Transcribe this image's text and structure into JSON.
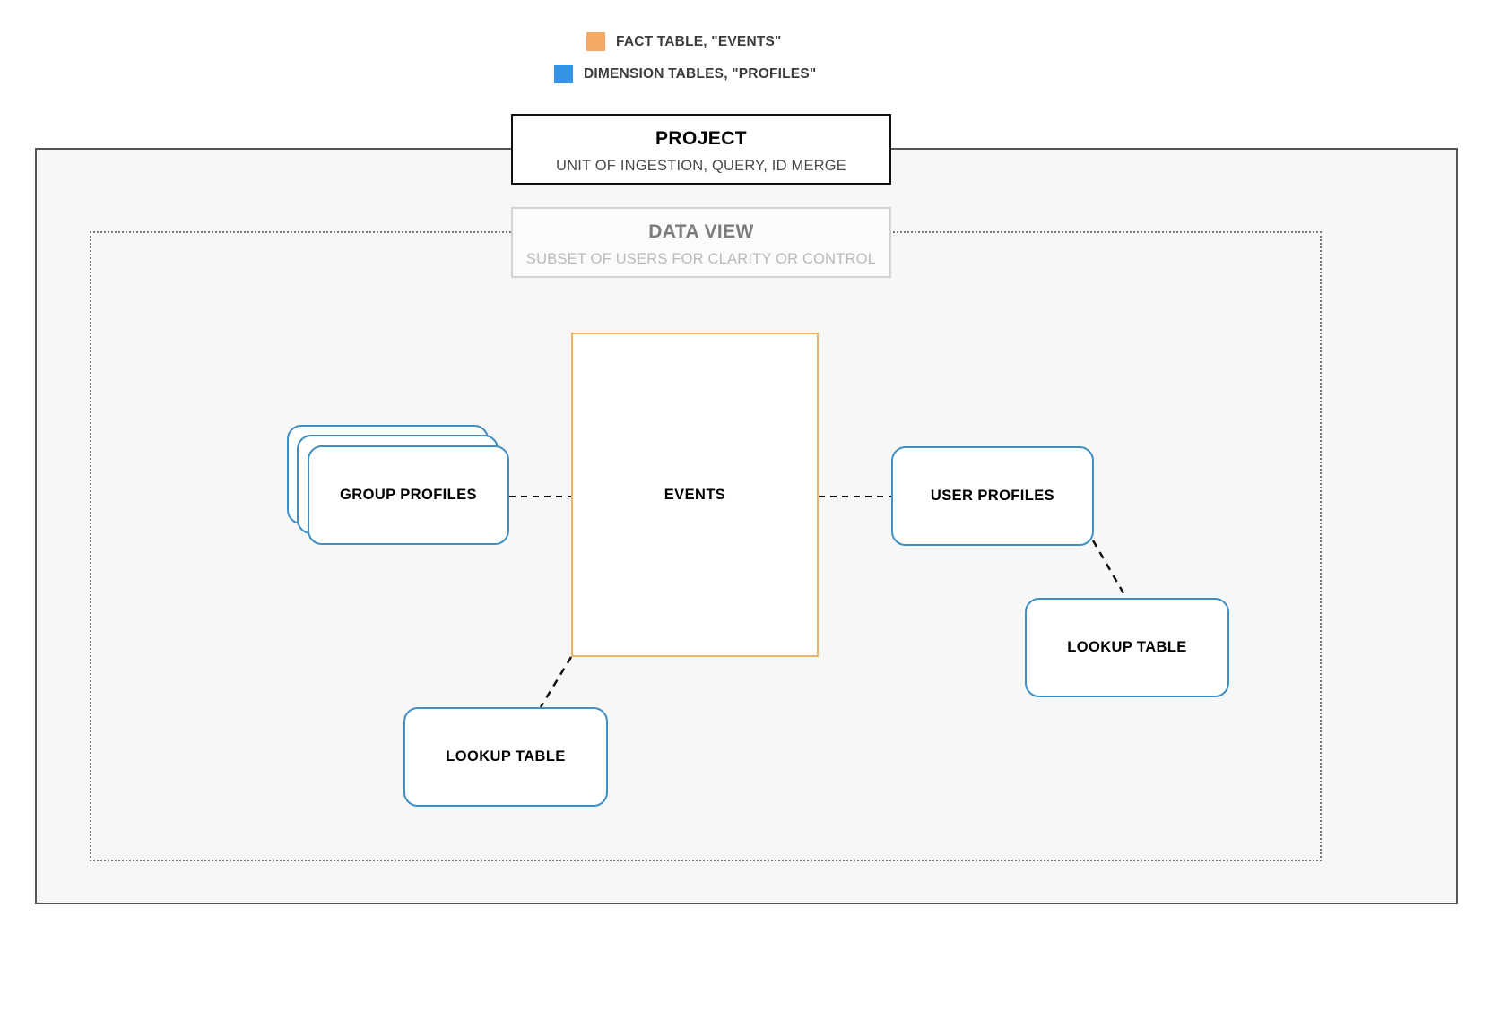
{
  "legend": {
    "items": [
      {
        "label": "FACT TABLE, \"EVENTS\"",
        "color": "#f5ab66",
        "icon": "orange-square-swatch"
      },
      {
        "label": "DIMENSION TABLES, \"PROFILES\"",
        "color": "#3694e8",
        "icon": "blue-square-swatch"
      }
    ]
  },
  "project": {
    "title": "PROJECT",
    "subtitle": "UNIT OF INGESTION, QUERY, ID MERGE"
  },
  "data_view": {
    "title": "DATA VIEW",
    "subtitle": "SUBSET OF USERS FOR CLARITY OR CONTROL"
  },
  "nodes": {
    "events": {
      "label": "EVENTS",
      "type": "fact",
      "color": "#eab464"
    },
    "group_profiles": {
      "label": "GROUP PROFILES",
      "type": "dimension",
      "color": "#3f8fc4",
      "stack_count": 3
    },
    "user_profiles": {
      "label": "USER PROFILES",
      "type": "dimension",
      "color": "#3f8fc4"
    },
    "lookup_table_right": {
      "label": "LOOKUP TABLE",
      "type": "dimension",
      "color": "#3f8fc4"
    },
    "lookup_table_left": {
      "label": "LOOKUP TABLE",
      "type": "dimension",
      "color": "#3f8fc4"
    }
  },
  "connections": [
    {
      "from": "group_profiles",
      "to": "events",
      "style": "dashed"
    },
    {
      "from": "events",
      "to": "user_profiles",
      "style": "dashed"
    },
    {
      "from": "user_profiles",
      "to": "lookup_table_right",
      "style": "dashed"
    },
    {
      "from": "events",
      "to": "lookup_table_left",
      "style": "dashed"
    }
  ],
  "theme": {
    "canvas": "#ffffff",
    "project_fill": "#f7f7f7",
    "project_border": "#555555",
    "data_view_border": "#777777",
    "connector": "#111111"
  }
}
